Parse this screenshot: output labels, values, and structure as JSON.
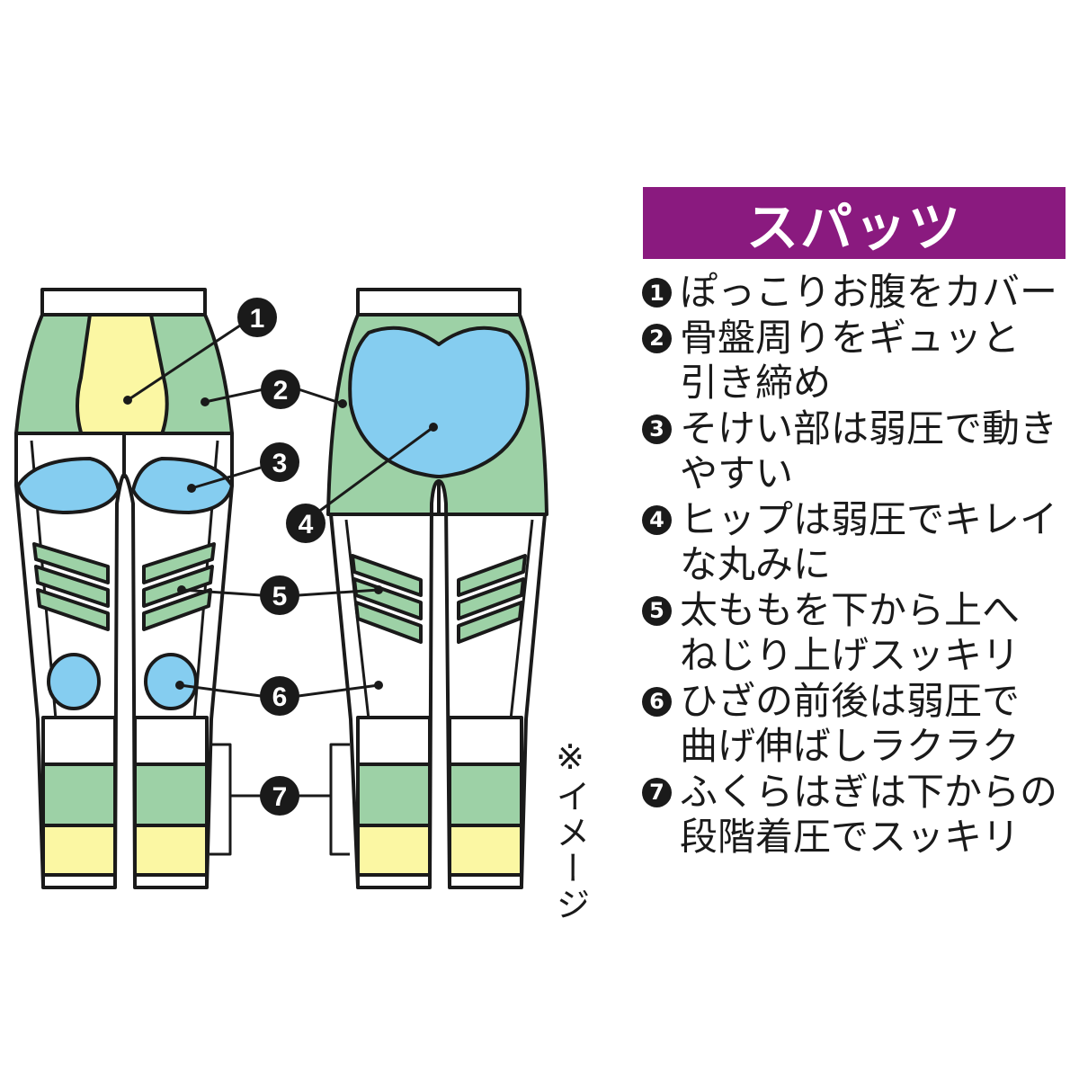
{
  "title": "スパッツ",
  "colors": {
    "title_band": "#8a1a7f",
    "green": "#9dd1a6",
    "yellow": "#fbf7a3",
    "blue": "#85cdf0",
    "outline": "#1a1a1a"
  },
  "callout_labels": [
    "1",
    "2",
    "3",
    "4",
    "5",
    "6",
    "7"
  ],
  "features": [
    {
      "num": "1",
      "lines": [
        "ぽっこりお腹をカバー"
      ]
    },
    {
      "num": "2",
      "lines": [
        "骨盤周りをギュッと",
        "引き締め"
      ]
    },
    {
      "num": "3",
      "lines": [
        "そけい部は弱圧で動き",
        "やすい"
      ]
    },
    {
      "num": "4",
      "lines": [
        "ヒップは弱圧でキレイ",
        "な丸みに"
      ]
    },
    {
      "num": "5",
      "lines": [
        "太ももを下から上へ",
        "ねじり上げスッキリ"
      ]
    },
    {
      "num": "6",
      "lines": [
        "ひざの前後は弱圧で",
        "曲げ伸ばしラクラク"
      ]
    },
    {
      "num": "7",
      "lines": [
        "ふくらはぎは下からの",
        "段階着圧でスッキリ"
      ]
    }
  ],
  "note": "※イメージ"
}
